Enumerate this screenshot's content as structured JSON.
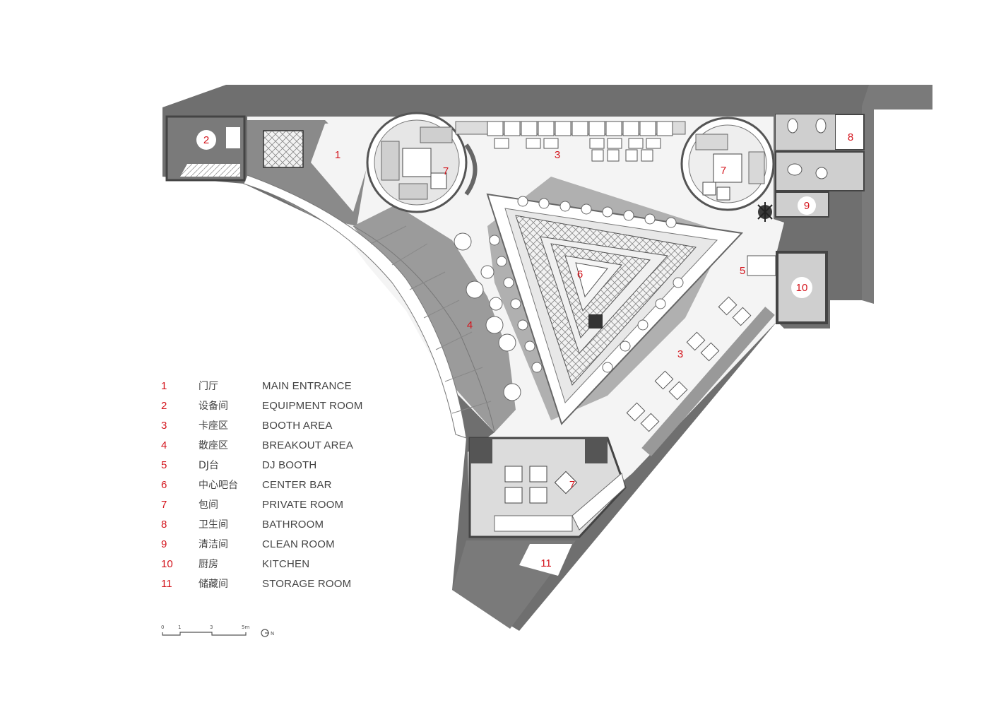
{
  "legend": [
    {
      "num": "1",
      "cn": "门厅",
      "en": "MAIN ENTRANCE"
    },
    {
      "num": "2",
      "cn": "设备间",
      "en": "EQUIPMENT ROOM"
    },
    {
      "num": "3",
      "cn": "卡座区",
      "en": "BOOTH AREA"
    },
    {
      "num": "4",
      "cn": "散座区",
      "en": "BREAKOUT AREA"
    },
    {
      "num": "5",
      "cn": "DJ台",
      "en": "DJ BOOTH"
    },
    {
      "num": "6",
      "cn": "中心吧台",
      "en": "CENTER BAR"
    },
    {
      "num": "7",
      "cn": "包间",
      "en": "PRIVATE ROOM"
    },
    {
      "num": "8",
      "cn": "卫生间",
      "en": "BATHROOM"
    },
    {
      "num": "9",
      "cn": "清洁间",
      "en": "CLEAN ROOM"
    },
    {
      "num": "10",
      "cn": "厨房",
      "en": "KITCHEN"
    },
    {
      "num": "11",
      "cn": "储藏间",
      "en": "STORAGE ROOM"
    }
  ],
  "room_labels": {
    "entrance": "1",
    "equipment": "2",
    "booth_top": "3",
    "booth_right": "3",
    "breakout": "4",
    "dj": "5",
    "center_bar": "6",
    "private_left": "7",
    "private_right": "7",
    "private_bottom": "7",
    "bathroom": "8",
    "clean": "9",
    "kitchen": "10",
    "storage": "11"
  },
  "scale_bar": {
    "ticks": [
      "0",
      "1",
      "3",
      "5m"
    ],
    "north": "N"
  },
  "colors": {
    "wall": "#707070",
    "dark_wall": "#4a4a4a",
    "floor": "#f5f5f5",
    "label_red": "#d4141c"
  }
}
